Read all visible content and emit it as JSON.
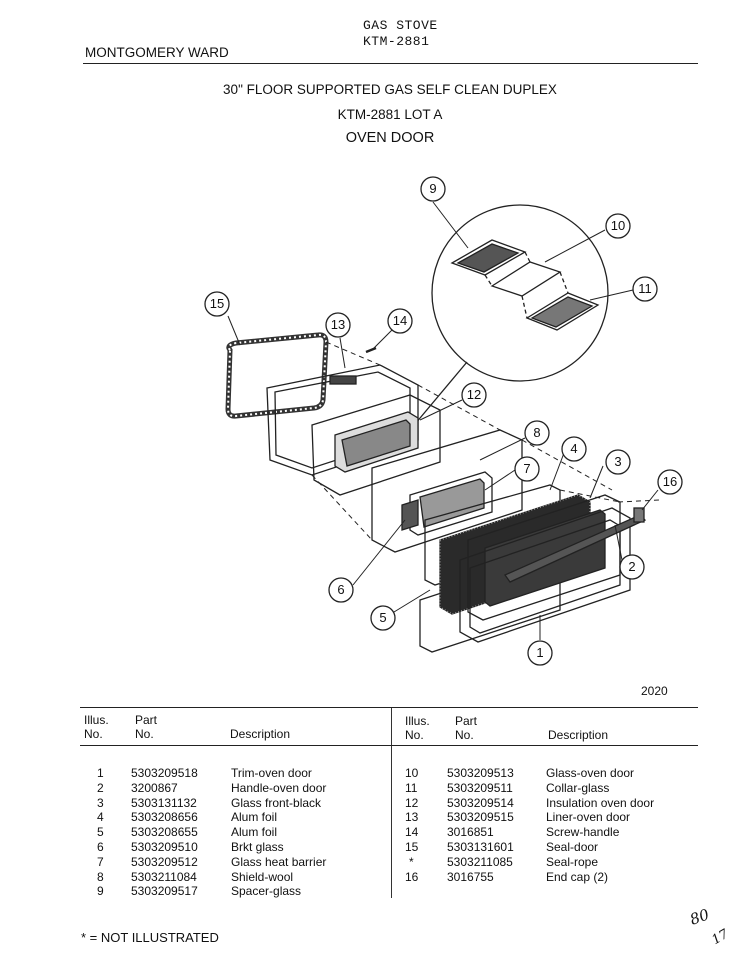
{
  "header": {
    "doc_line1": "GAS STOVE",
    "doc_line2": "KTM-2881",
    "brand": "MONTGOMERY WARD"
  },
  "titles": {
    "line1": "30\" FLOOR SUPPORTED GAS SELF CLEAN DUPLEX",
    "line2": "KTM-2881 LOT A",
    "line3": "OVEN DOOR"
  },
  "diagram": {
    "callouts": [
      "1",
      "2",
      "3",
      "4",
      "5",
      "6",
      "7",
      "8",
      "9",
      "10",
      "11",
      "12",
      "13",
      "14",
      "15",
      "16"
    ],
    "figure_number": "2020"
  },
  "table": {
    "headers": {
      "illus_line1": "Illus.",
      "illus_line2": "No.",
      "part_line1": "Part",
      "part_line2": "No.",
      "description": "Description"
    },
    "left": [
      {
        "illus": "1",
        "part": "5303209518",
        "desc": "Trim-oven door"
      },
      {
        "illus": "2",
        "part": "3200867",
        "desc": "Handle-oven door"
      },
      {
        "illus": "3",
        "part": "5303131132",
        "desc": "Glass front-black"
      },
      {
        "illus": "4",
        "part": "5303208656",
        "desc": "Alum foil"
      },
      {
        "illus": "5",
        "part": "5303208655",
        "desc": "Alum foil"
      },
      {
        "illus": "6",
        "part": "5303209510",
        "desc": "Brkt glass"
      },
      {
        "illus": "7",
        "part": "5303209512",
        "desc": "Glass heat barrier"
      },
      {
        "illus": "8",
        "part": "5303211084",
        "desc": "Shield-wool"
      },
      {
        "illus": "9",
        "part": "5303209517",
        "desc": "Spacer-glass"
      }
    ],
    "right": [
      {
        "illus": "10",
        "part": "5303209513",
        "desc": "Glass-oven door"
      },
      {
        "illus": "11",
        "part": "5303209511",
        "desc": "Collar-glass"
      },
      {
        "illus": "12",
        "part": "5303209514",
        "desc": "Insulation oven door"
      },
      {
        "illus": "13",
        "part": "5303209515",
        "desc": "Liner-oven door"
      },
      {
        "illus": "14",
        "part": "3016851",
        "desc": "Screw-handle"
      },
      {
        "illus": "15",
        "part": "5303131601",
        "desc": "Seal-door"
      },
      {
        "illus": "*",
        "part": "5303211085",
        "desc": "Seal-rope"
      },
      {
        "illus": "16",
        "part": "3016755",
        "desc": "End cap (2)"
      }
    ]
  },
  "footnote": "* = NOT ILLUSTRATED",
  "handwritten": [
    "80",
    "17"
  ]
}
